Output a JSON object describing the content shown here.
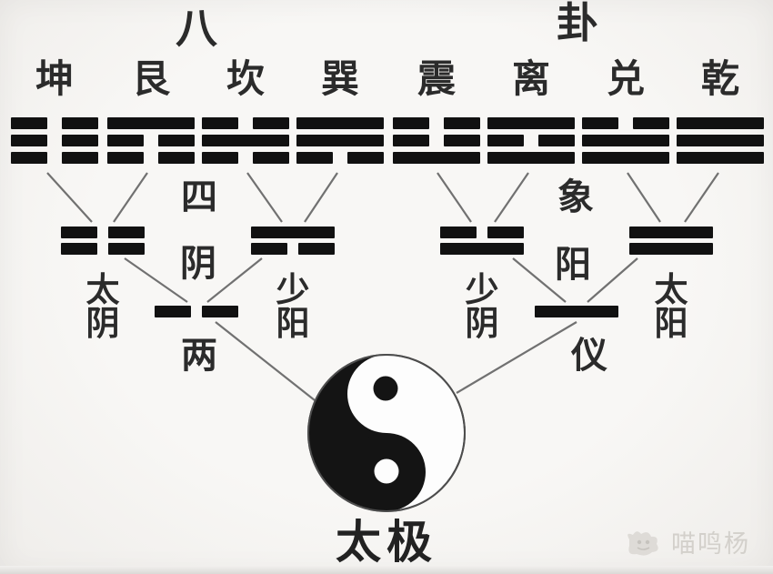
{
  "title": {
    "text": "八卦",
    "chars": [
      "八",
      "卦"
    ]
  },
  "trigrams": [
    {
      "name": "坤",
      "lines": [
        "broken",
        "broken",
        "broken"
      ]
    },
    {
      "name": "艮",
      "lines": [
        "solid",
        "broken",
        "broken"
      ]
    },
    {
      "name": "坎",
      "lines": [
        "broken",
        "solid",
        "broken"
      ]
    },
    {
      "name": "巽",
      "lines": [
        "solid",
        "solid",
        "broken"
      ]
    },
    {
      "name": "震",
      "lines": [
        "broken",
        "broken",
        "solid"
      ]
    },
    {
      "name": "离",
      "lines": [
        "solid",
        "broken",
        "solid"
      ]
    },
    {
      "name": "兑",
      "lines": [
        "broken",
        "solid",
        "solid"
      ]
    },
    {
      "name": "乾",
      "lines": [
        "solid",
        "solid",
        "solid"
      ]
    }
  ],
  "four_images": {
    "label_text": "四象",
    "label_chars": [
      "四",
      "象"
    ],
    "items": [
      {
        "name": "太阴",
        "chars": [
          "太",
          "阴"
        ],
        "lines": [
          "broken",
          "broken"
        ]
      },
      {
        "name": "少阳",
        "chars": [
          "少",
          "阳"
        ],
        "lines": [
          "solid",
          "broken"
        ]
      },
      {
        "name": "少阴",
        "chars": [
          "少",
          "阴"
        ],
        "lines": [
          "broken",
          "solid"
        ]
      },
      {
        "name": "太阳",
        "chars": [
          "太",
          "阳"
        ],
        "lines": [
          "solid",
          "solid"
        ]
      }
    ]
  },
  "two_forms": {
    "label_text": "两仪",
    "label_chars": [
      "两",
      "仪"
    ],
    "yin_label": "阴",
    "yang_label": "阳",
    "yin_line": "broken",
    "yang_line": "solid"
  },
  "taiji_label": "太极",
  "watermark": {
    "text": "喵鸣杨",
    "icon": "cat-face-icon"
  },
  "colors": {
    "ink": "#2b2b2b",
    "bar": "#111111",
    "line": "#5a5a5a",
    "bg": "#f6f5f3",
    "taiji_black": "#141414",
    "watermark": "#d3d0cb"
  }
}
